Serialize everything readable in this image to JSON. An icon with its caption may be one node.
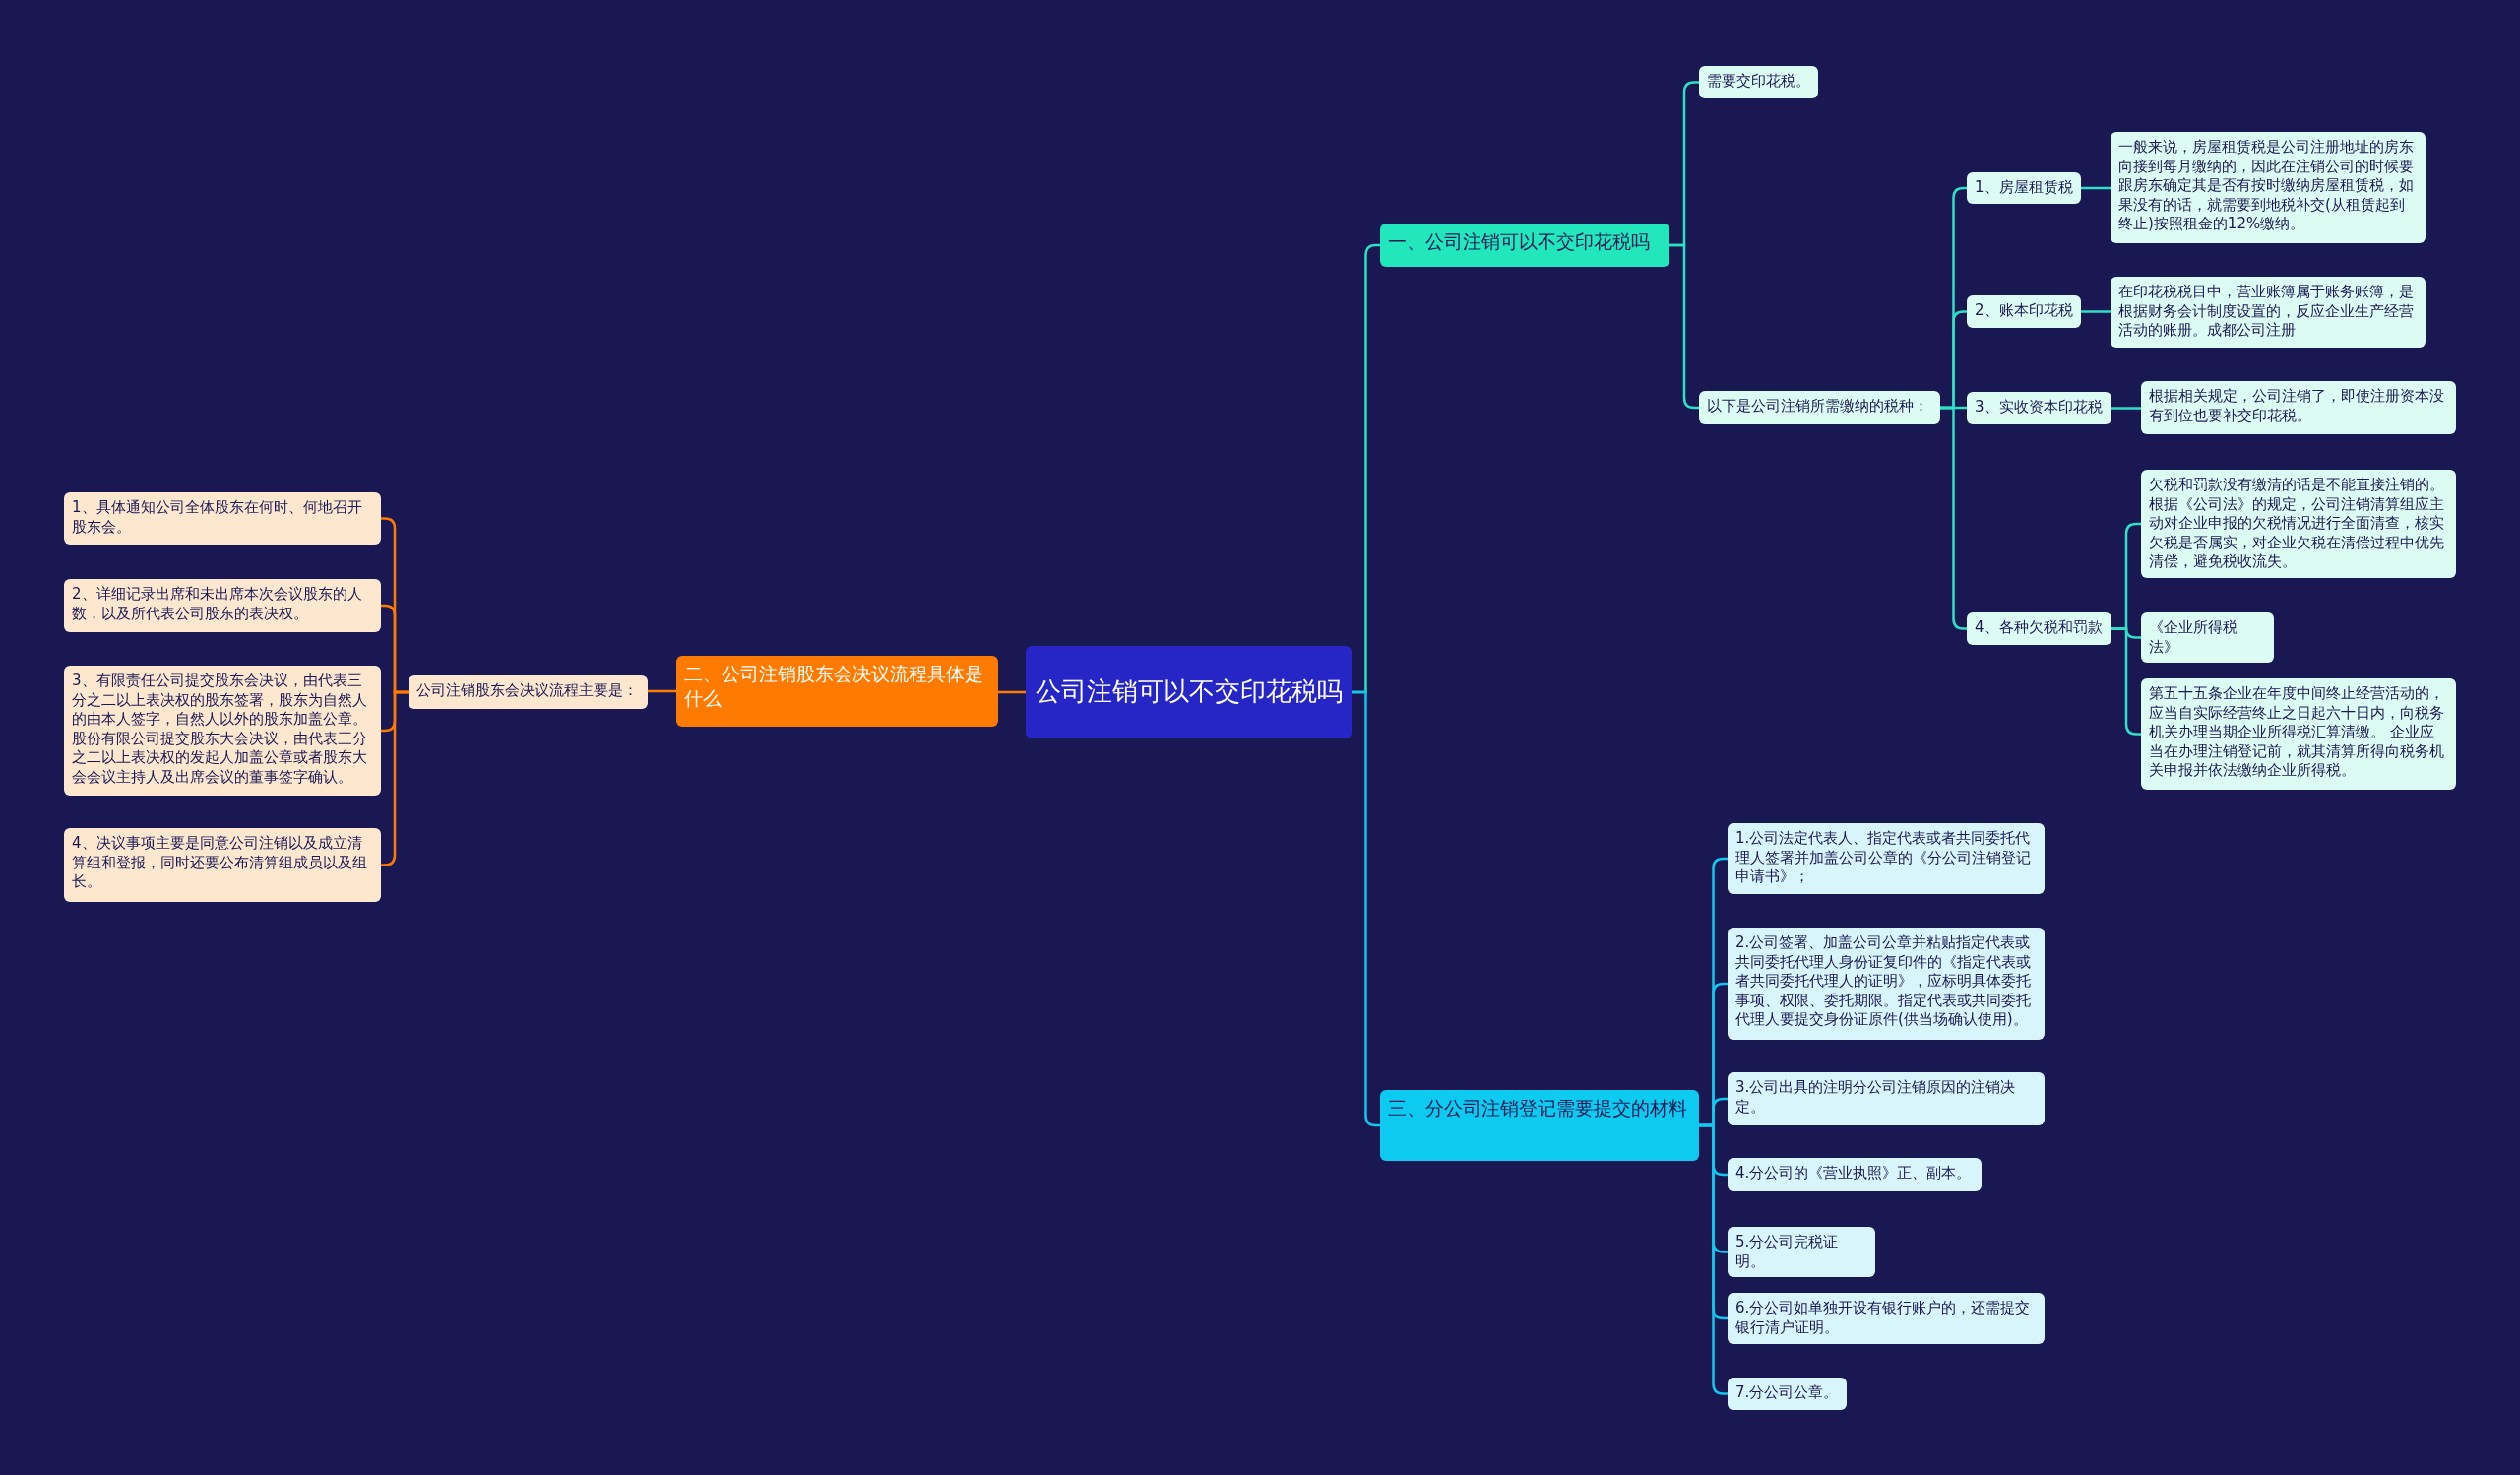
{
  "diagram": {
    "nodes": [
      {
        "text": [
          "公司注销可以不交印花税吗"
        ]
      },
      {
        "text": [
          "一、公司注销可以不交印花税吗"
        ]
      },
      {
        "text": [
          "需要交印花税。"
        ]
      },
      {
        "text": [
          "以下是公司注销所需缴纳的税种："
        ]
      },
      {
        "text": [
          "1、房屋租赁税"
        ]
      },
      {
        "text": [
          "一般来说，房屋租赁税是公司注册地址的房东向接到每月缴纳的，因此在注销公司的时候要跟房东确定其是否有按时缴纳房屋租赁税，如果没有的话，就需要到地税补交(从租赁起到终止)按照租金的12%缴纳。"
        ]
      },
      {
        "text": [
          "2、账本印花税"
        ]
      },
      {
        "text": [
          "在印花税税目中，营业账簿属于账务账簿，是根据财务会计制度设置的，反应企业生产经营活动的账册。成都公司注册"
        ]
      },
      {
        "text": [
          "3、实收资本印花税"
        ]
      },
      {
        "text": [
          "根据相关规定，公司注销了，即使注册资本没有到位也要补交印花税。"
        ]
      },
      {
        "text": [
          "4、各种欠税和罚款"
        ]
      },
      {
        "text": [
          "欠税和罚款没有缴清的话是不能直接注销的。根据《公司法》的规定，公司注销清算组应主动对企业申报的欠税情况进行全面清查，核实欠税是否属实，对企业欠税在清偿过程中优先清偿，避免税收流失。"
        ]
      },
      {
        "text": [
          "《企业所得税法》"
        ]
      },
      {
        "text": [
          "第五十五条企业在年度中间终止经营活动的，应当自实际经营终止之日起六十日内，向税务机关办理当期企业所得税汇算清缴。 企业应当在办理注销登记前，就其清算所得向税务机关申报并依法缴纳企业所得税。"
        ]
      },
      {
        "text": [
          "二、公司注销股东会决议流程具体是什么"
        ]
      },
      {
        "text": [
          "公司注销股东会决议流程主要是："
        ]
      },
      {
        "text": [
          "1、具体通知公司全体股东在何时、何地召开股东会。"
        ]
      },
      {
        "text": [
          "2、详细记录出席和未出席本次会议股东的人数，以及所代表公司股东的表决权。"
        ]
      },
      {
        "text": [
          "3、有限责任公司提交股东会决议，由代表三分之二以上表决权的股东签署，股东为自然人的由本人签字，自然人以外的股东加盖公章。股份有限公司提交股东大会决议，由代表三分之二以上表决权的发起人加盖公章或者股东大会会议主持人及出席会议的董事签字确认。"
        ]
      },
      {
        "text": [
          "4、决议事项主要是同意公司注销以及成立清算组和登报，同时还要公布清算组成员以及组长。"
        ]
      },
      {
        "text": [
          "三、分公司注销登记需要提交的材料"
        ]
      },
      {
        "text": [
          "1.公司法定代表人、指定代表或者共同委托代理人签署并加盖公司公章的《分公司注销登记申请书》；"
        ]
      },
      {
        "text": [
          "2.公司签署、加盖公司公章并粘贴指定代表或共同委托代理人身份证复印件的《指定代表或者共同委托代理人的证明》，应标明具体委托事项、权限、委托期限。指定代表或共同委托代理人要提交身份证原件(供当场确认使用)。"
        ]
      },
      {
        "text": [
          "3.公司出具的注明分公司注销原因的注销决定。"
        ]
      },
      {
        "text": [
          "4.分公司的《营业执照》正、副本。"
        ]
      },
      {
        "text": [
          "5.分公司完税证明。"
        ]
      },
      {
        "text": [
          "6.分公司如单独开设有银行账户的，还需提交银行清户证明。"
        ]
      },
      {
        "text": [
          "7.分公司公章。"
        ]
      }
    ],
    "edges": [
      {
        "from": 0,
        "to": 1,
        "arrow": "none"
      },
      {
        "from": 1,
        "to": 2,
        "arrow": "none"
      },
      {
        "from": 1,
        "to": 3,
        "arrow": "none"
      },
      {
        "from": 3,
        "to": 4,
        "arrow": "none"
      },
      {
        "from": 3,
        "to": 6,
        "arrow": "none"
      },
      {
        "from": 3,
        "to": 8,
        "arrow": "none"
      },
      {
        "from": 3,
        "to": 10,
        "arrow": "none"
      },
      {
        "from": 4,
        "to": 5,
        "arrow": "none"
      },
      {
        "from": 6,
        "to": 7,
        "arrow": "none"
      },
      {
        "from": 8,
        "to": 9,
        "arrow": "none"
      },
      {
        "from": 10,
        "to": 11,
        "arrow": "none"
      },
      {
        "from": 10,
        "to": 12,
        "arrow": "none"
      },
      {
        "from": 10,
        "to": 13,
        "arrow": "none"
      },
      {
        "from": 0,
        "to": 14,
        "arrow": "none",
        "color": "#ff7a00"
      },
      {
        "from": 14,
        "to": 15,
        "arrow": "none",
        "color": "#ff7a00"
      },
      {
        "from": 15,
        "to": 16,
        "arrow": "none",
        "color": "#ff7a00"
      },
      {
        "from": 15,
        "to": 17,
        "arrow": "none",
        "color": "#ff7a00"
      },
      {
        "from": 15,
        "to": 18,
        "arrow": "none",
        "color": "#ff7a00"
      },
      {
        "from": 15,
        "to": 19,
        "arrow": "none",
        "color": "#ff7a00"
      },
      {
        "from": 0,
        "to": 20,
        "arrow": "none",
        "color": "#12c8ee"
      },
      {
        "from": 20,
        "to": 21,
        "arrow": "none",
        "color": "#12c8ee"
      },
      {
        "from": 20,
        "to": 22,
        "arrow": "none",
        "color": "#12c8ee"
      },
      {
        "from": 20,
        "to": 23,
        "arrow": "none",
        "color": "#12c8ee"
      },
      {
        "from": 20,
        "to": 24,
        "arrow": "none",
        "color": "#12c8ee"
      },
      {
        "from": 20,
        "to": 25,
        "arrow": "none",
        "color": "#12c8ee"
      },
      {
        "from": 20,
        "to": 26,
        "arrow": "none",
        "color": "#12c8ee"
      },
      {
        "from": 20,
        "to": 27,
        "arrow": "none",
        "color": "#12c8ee"
      }
    ]
  }
}
